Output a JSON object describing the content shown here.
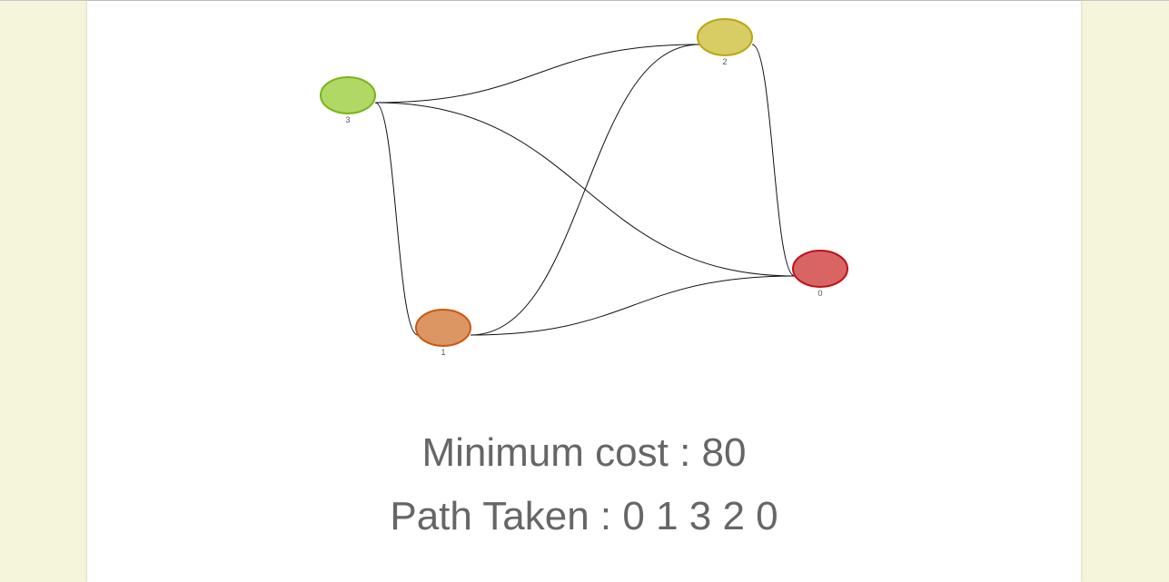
{
  "graph": {
    "nodes": [
      {
        "id": "0",
        "label": "0",
        "fill": "#d96464",
        "stroke": "#c0101a"
      },
      {
        "id": "1",
        "label": "1",
        "fill": "#dc9664",
        "stroke": "#c85a10"
      },
      {
        "id": "2",
        "label": "2",
        "fill": "#d8cc64",
        "stroke": "#b8a812"
      },
      {
        "id": "3",
        "label": "3",
        "fill": "#b0d864",
        "stroke": "#7ab41a"
      }
    ],
    "edges": [
      {
        "from": "3",
        "to": "2"
      },
      {
        "from": "3",
        "to": "0"
      },
      {
        "from": "3",
        "to": "1"
      },
      {
        "from": "1",
        "to": "2"
      },
      {
        "from": "1",
        "to": "0"
      },
      {
        "from": "2",
        "to": "0"
      }
    ]
  },
  "result": {
    "cost_label": "Minimum cost",
    "cost_value": "80",
    "path_label": "Path Taken",
    "path_value": "0 1 3 2 0"
  }
}
